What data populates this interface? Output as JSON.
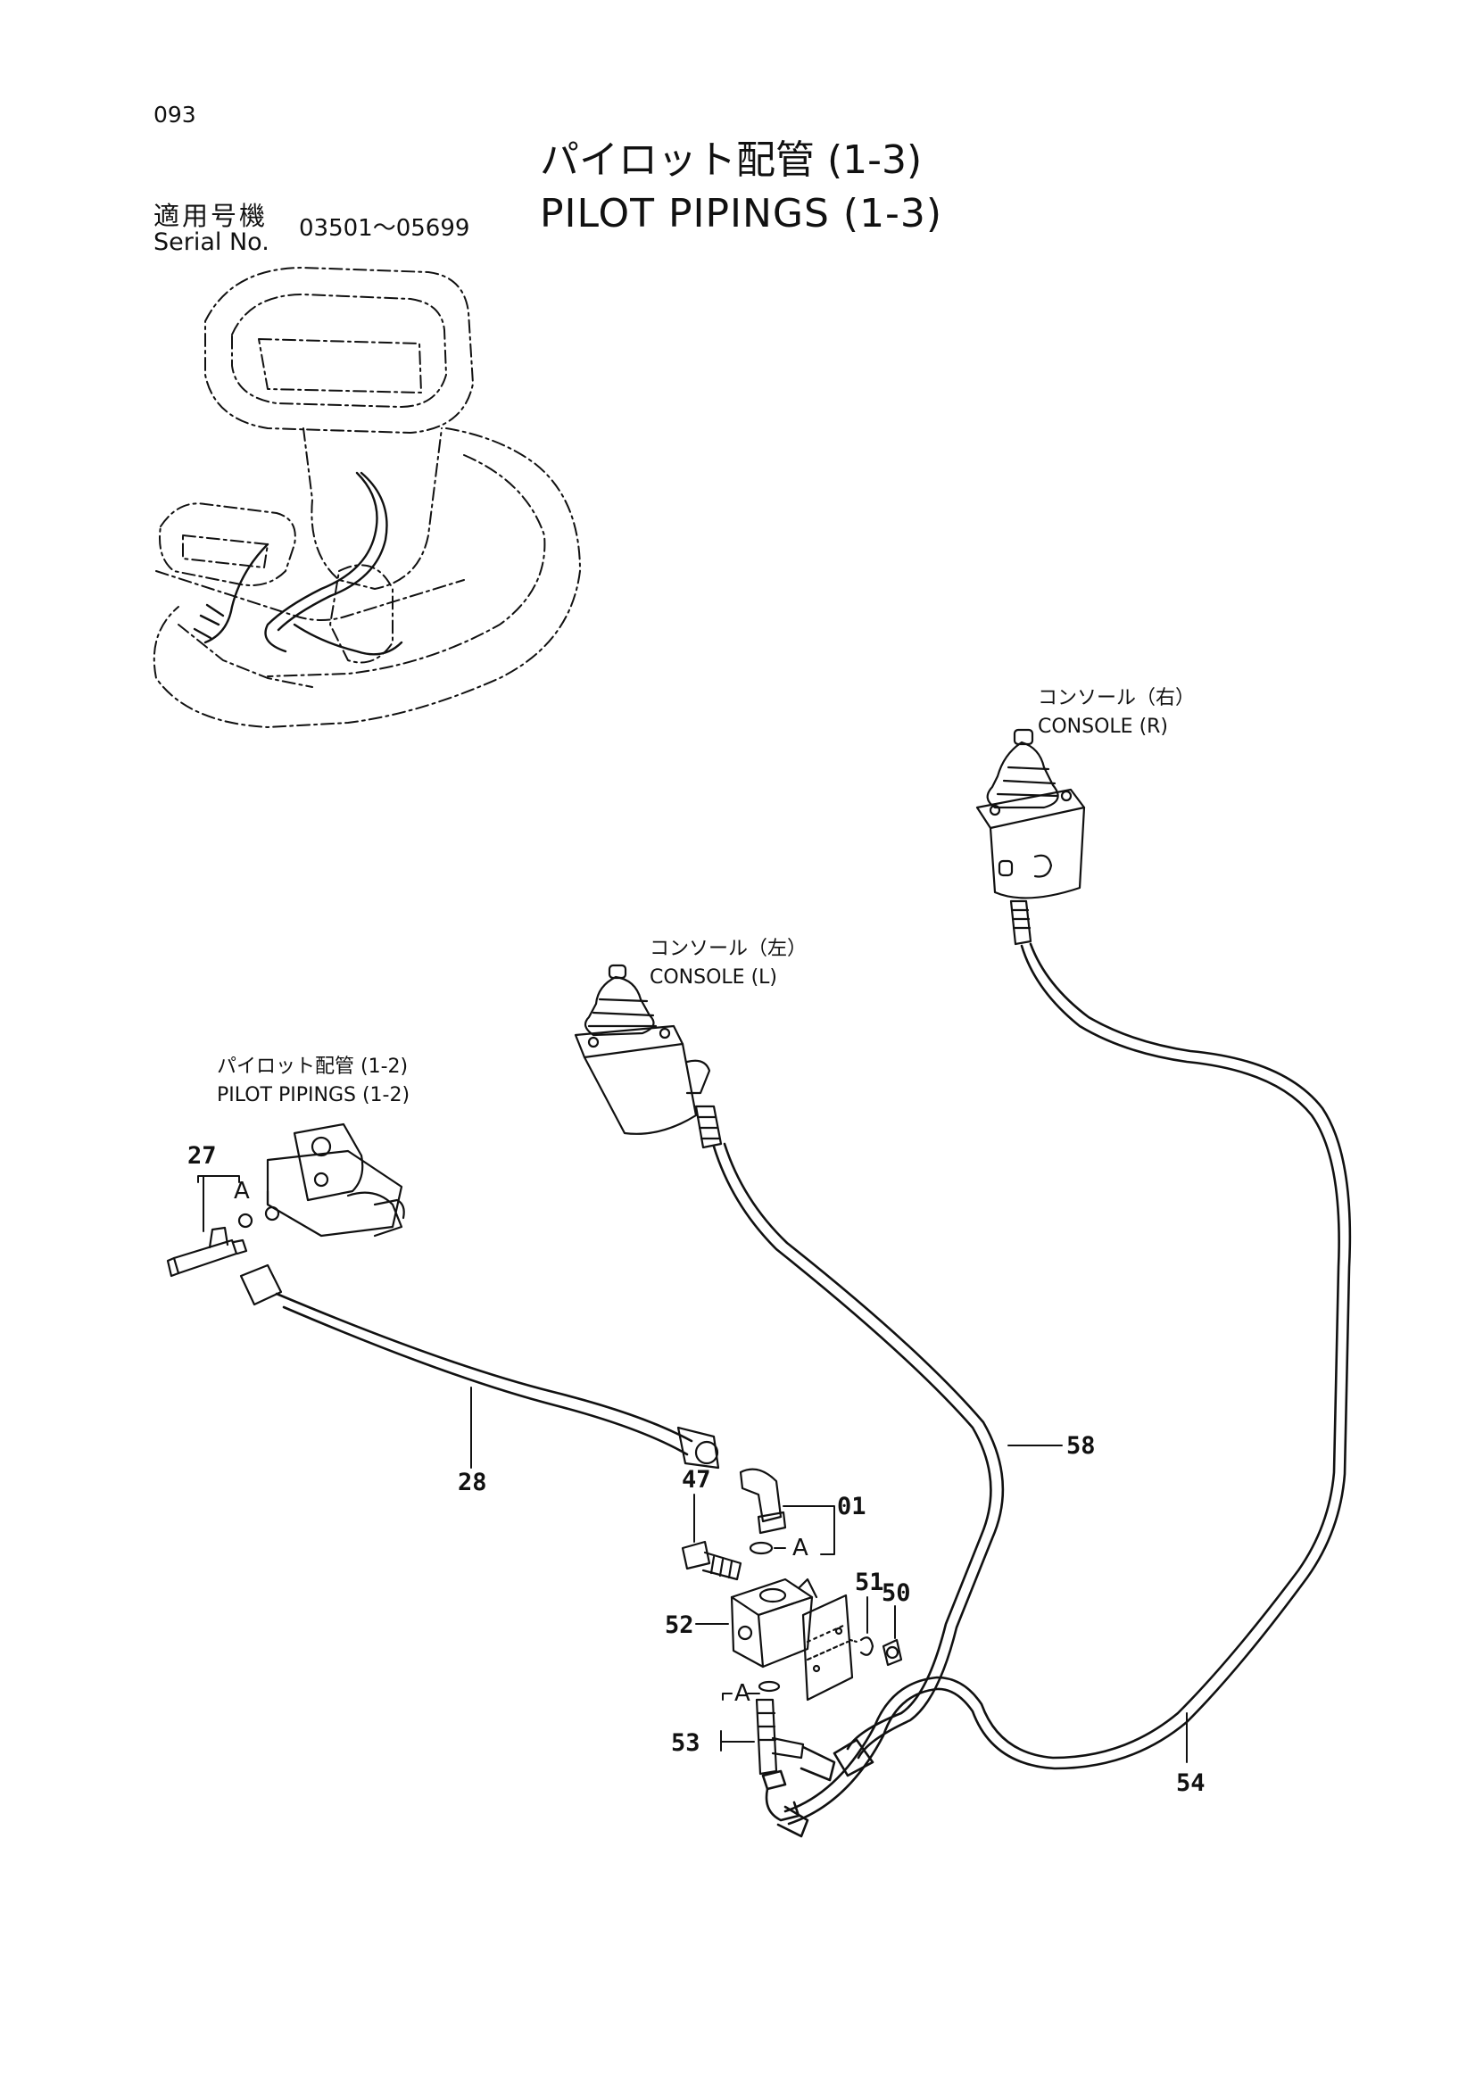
{
  "page_number": "093",
  "title": {
    "ja": "パイロット配管 (1-3)",
    "en": "PILOT PIPINGS (1-3)"
  },
  "serial": {
    "label_ja": "適用号機",
    "label_en": "Serial No.",
    "range": "03501～05699"
  },
  "callouts": {
    "console_r": {
      "ja": "コンソール（右）",
      "en": "CONSOLE (R)"
    },
    "console_l": {
      "ja": "コンソール（左）",
      "en": "CONSOLE (L)"
    },
    "pilot_pipings_ref": {
      "ja": "パイロット配管 (1-2)",
      "en": "PILOT PIPINGS (1-2)"
    }
  },
  "section_marker": "A",
  "part_numbers": {
    "p27": "27",
    "p28": "28",
    "p47": "47",
    "p01": "01",
    "p51": "51",
    "p50": "50",
    "p52": "52",
    "p53": "53",
    "p58": "58",
    "p54": "54"
  }
}
